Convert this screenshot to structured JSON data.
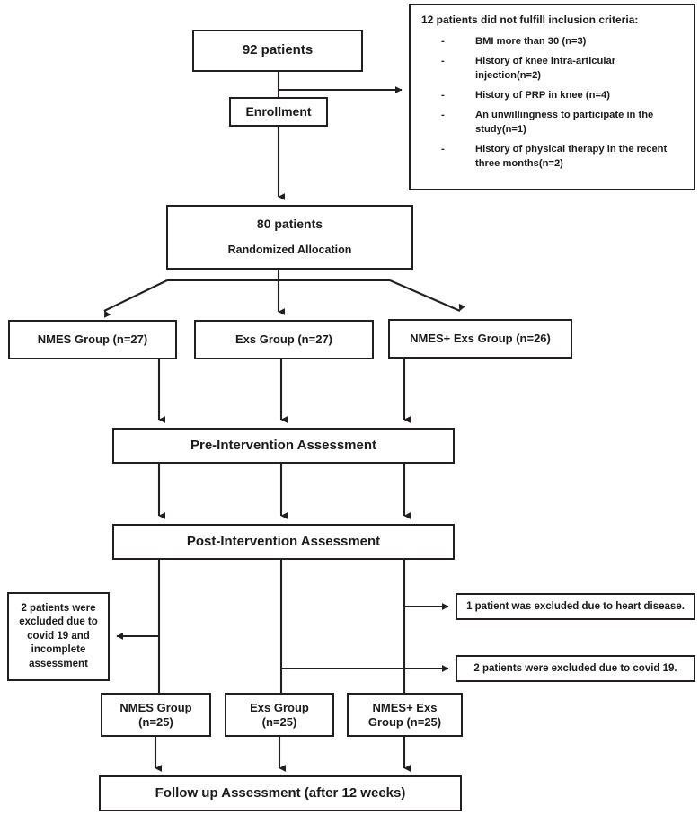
{
  "flowchart": {
    "title": "CONSORT participant flow diagram",
    "nodes": {
      "screened": {
        "label": "92 patients"
      },
      "enrollment": {
        "label": "Enrollment"
      },
      "criteria": {
        "title": "12 patients did not fulfill inclusion criteria:",
        "bullet": "-",
        "items": [
          "BMI more than 30 (n=3)",
          "History of knee intra-articular injection(n=2)",
          "History of PRP in knee (n=4)",
          "An unwillingness to participate in the study(n=1)",
          "History of physical therapy in the recent three months(n=2)"
        ]
      },
      "randomized": {
        "label": "80 patients",
        "sublabel": "Randomized Allocation"
      },
      "group1_pre": {
        "label": "NMES Group (n=27)"
      },
      "group2_pre": {
        "label": "Exs Group (n=27)"
      },
      "group3_pre": {
        "label": "NMES+ Exs Group (n=26)"
      },
      "pre_assessment": {
        "label": "Pre-Intervention Assessment"
      },
      "post_assessment": {
        "label": "Post-Intervention Assessment"
      },
      "excluded_left": {
        "label": "2 patients were excluded due to covid 19 and incomplete assessment"
      },
      "excluded_heart": {
        "label": "1 patient was excluded due to heart disease."
      },
      "excluded_covid": {
        "label": "2 patients were excluded due to covid 19."
      },
      "group1_post": {
        "label": "NMES Group",
        "count": "(n=25)"
      },
      "group2_post": {
        "label": "Exs Group",
        "count": "(n=25)"
      },
      "group3_post": {
        "label": "NMES+ Exs",
        "count": "Group (n=25)"
      },
      "followup": {
        "label": "Follow up Assessment (after 12 weeks)"
      }
    },
    "colors": {
      "stroke": "#231f20",
      "background": "#ffffff",
      "text": "#1a1a1a"
    }
  }
}
